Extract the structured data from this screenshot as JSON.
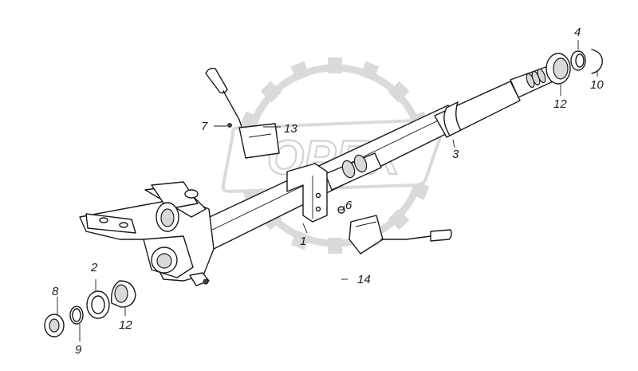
{
  "watermark": {
    "text": "OPEX"
  },
  "callouts": [
    {
      "id": "1",
      "text": "1"
    },
    {
      "id": "2",
      "text": "2"
    },
    {
      "id": "3",
      "text": "3"
    },
    {
      "id": "4",
      "text": "4"
    },
    {
      "id": "6",
      "text": "6"
    },
    {
      "id": "7",
      "text": "7"
    },
    {
      "id": "8",
      "text": "8"
    },
    {
      "id": "9",
      "text": "9"
    },
    {
      "id": "10",
      "text": "10"
    },
    {
      "id": "12a",
      "text": "12"
    },
    {
      "id": "12b",
      "text": "12"
    },
    {
      "id": "13",
      "text": "13"
    },
    {
      "id": "14",
      "text": "14"
    }
  ]
}
